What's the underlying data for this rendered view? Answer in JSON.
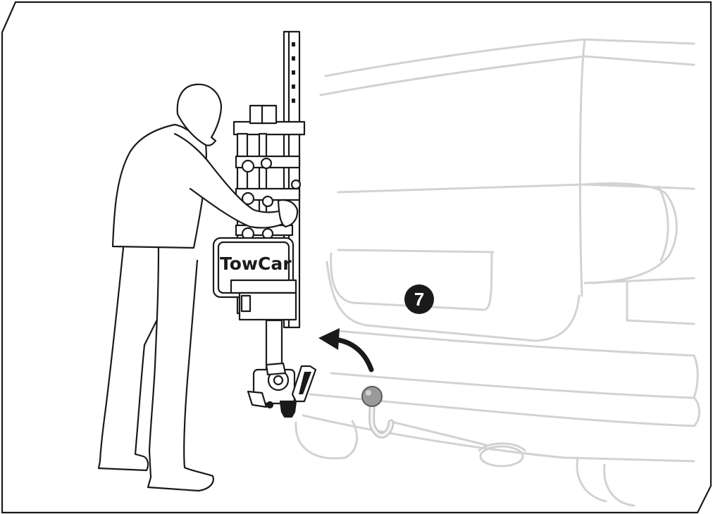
{
  "illustration": {
    "step_number": "7",
    "brand_name": "TowCar"
  },
  "colors": {
    "ink": "#1a1a1a",
    "car_outline": "#d2d2d2",
    "tow_ball": "#9a9a9a",
    "background": "#ffffff"
  },
  "icons": {
    "rotation_arrow": "curved-arrow-icon",
    "step_badge": "step-number-badge"
  }
}
